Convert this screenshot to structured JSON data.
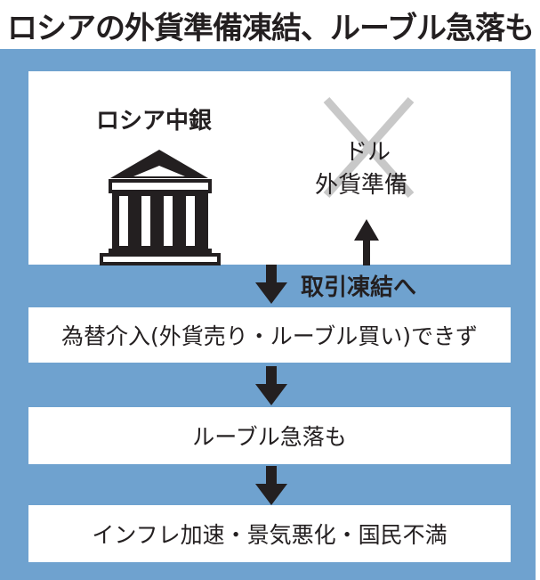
{
  "title": "ロシアの外貨準備凍結、ルーブル急落も",
  "central_bank": {
    "label": "ロシア中銀",
    "icon": "bank-building-icon"
  },
  "reserves": {
    "line1": "ドル",
    "line2": "外貨準備",
    "crossed": true
  },
  "freeze_label": "取引凍結へ",
  "steps": [
    "為替介入(外貨売り・ルーブル買い)できず",
    "ルーブル急落も",
    "インフレ加速・景気悪化・国民不満"
  ],
  "colors": {
    "panel": "#6fa2cf",
    "cross": "#c8c8c8",
    "ink": "#231f20"
  }
}
